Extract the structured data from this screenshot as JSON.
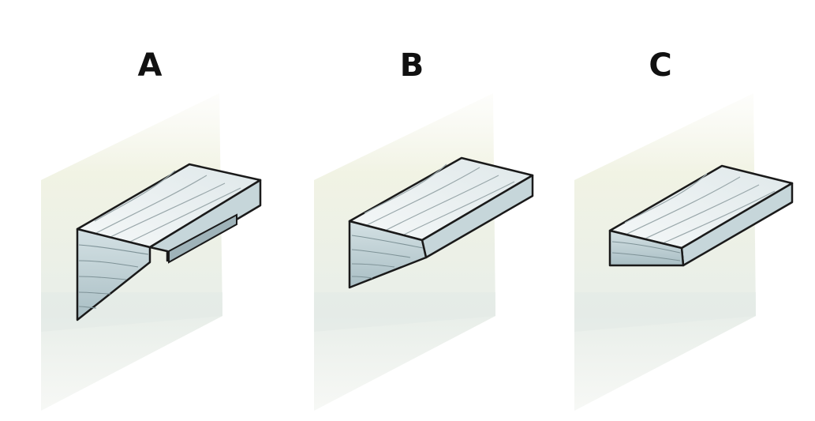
{
  "panels": [
    {
      "id": "a",
      "label": "A"
    },
    {
      "id": "b",
      "label": "B"
    },
    {
      "id": "c",
      "label": "C"
    }
  ],
  "colors": {
    "wall": "#f1f3e6",
    "wall_shade": "#e4ebe6",
    "block_top": "#eef3f4",
    "block_side": "#c9d8dc",
    "block_front": "#b4c7cc",
    "outline": "#1a1a1a",
    "grain": "#8a9a9e"
  }
}
